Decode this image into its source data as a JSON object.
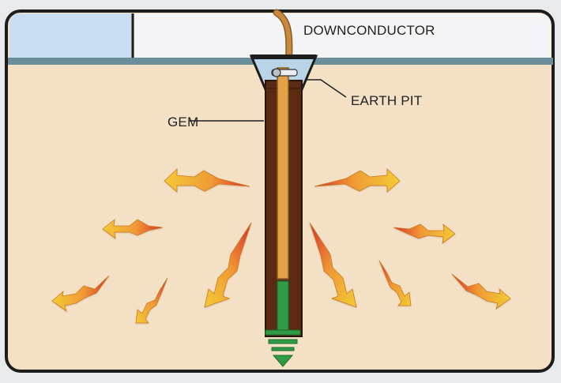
{
  "diagram": {
    "labels": {
      "downconductor": "DOWNCONDUCTOR",
      "earth_pit": "EARTH PIT",
      "gem": "GEM"
    },
    "colors": {
      "soil": "#f4e1c5",
      "sky": "#c9def3",
      "wall": "#f4f4f6",
      "ground_line": "#6b8e9a",
      "gem_fill": "#5a2a13",
      "rod_copper": "#e2a247",
      "rod_green": "#2f9b45",
      "downconductor_wire": "#c98a3d",
      "arrow_gradient_start": "#f2cb35",
      "arrow_gradient_end": "#d92e2e",
      "frame": "#1d1d1d"
    },
    "icons": {
      "discharge_arrows": "lightning-arrow-icon",
      "ground_spike": "earth-electrode-icon"
    }
  }
}
